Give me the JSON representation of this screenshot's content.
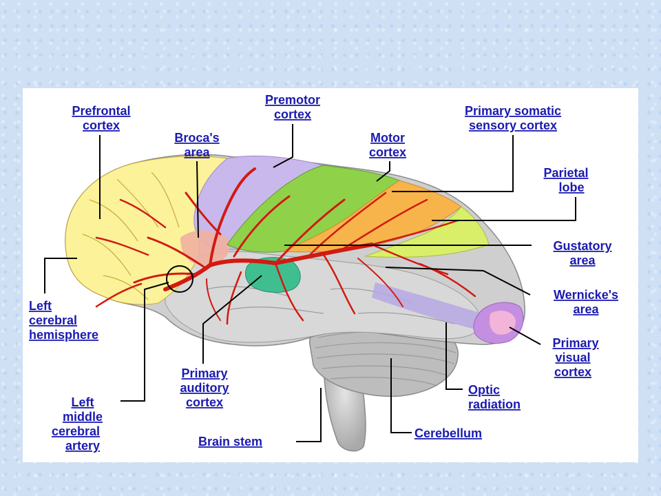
{
  "labels": {
    "prefrontal": [
      "Prefrontal",
      "cortex"
    ],
    "premotor": [
      "Premotor",
      "cortex"
    ],
    "somatic": [
      "Primary somatic",
      "sensory cortex"
    ],
    "broca": [
      "Broca's",
      "area"
    ],
    "motor": [
      "Motor",
      "cortex"
    ],
    "parietal": [
      "Parietal",
      "lobe"
    ],
    "gustatory": [
      "Gustatory",
      "area"
    ],
    "left_hemisphere": [
      "Left",
      "cerebral",
      "hemisphere"
    ],
    "wernicke": [
      "Wernicke's",
      "area"
    ],
    "visual": [
      "Primary",
      "visual",
      "cortex"
    ],
    "auditory": [
      "Primary",
      "auditory",
      "cortex"
    ],
    "optic": [
      "Optic",
      "radiation"
    ],
    "artery": [
      "Left",
      "middle",
      "cerebral",
      "artery"
    ],
    "cerebellum": [
      "Cerebellum"
    ],
    "brainstem": [
      "Brain stem"
    ]
  },
  "colors": {
    "prefrontal": "#fbf29a",
    "premotor": "#c9b8ec",
    "motor": "#8fd24a",
    "somatic": "#f7b44a",
    "parietal": "#d9ef6a",
    "auditory": "#3fbf8f",
    "visual": "#c48fe0",
    "artery": "#d11a12",
    "label": "#1a1ab0"
  }
}
